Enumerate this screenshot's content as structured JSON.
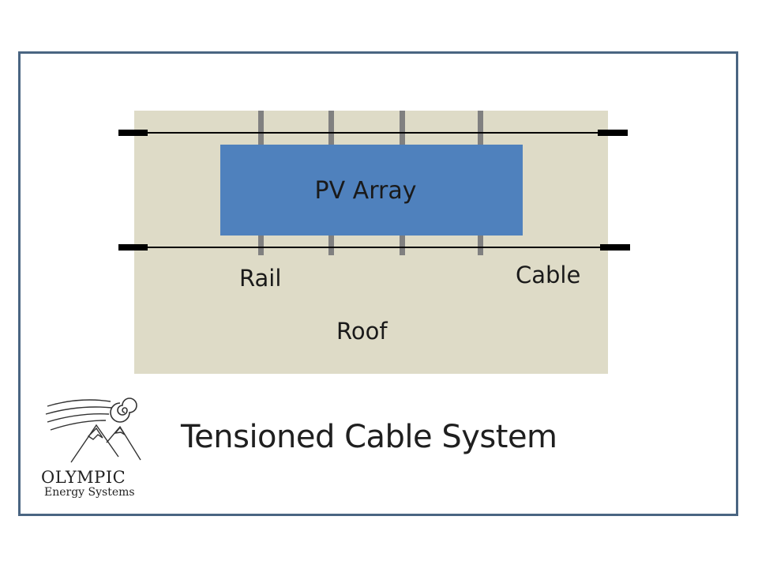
{
  "diagram": {
    "array_label": "PV Array",
    "rail_label": "Rail",
    "cable_label": "Cable",
    "roof_label": "Roof"
  },
  "title": "Tensioned Cable System",
  "logo": {
    "name": "OLYMPIC",
    "subtitle": "Energy Systems",
    "icon": "mountain-swirl-logo"
  },
  "colors": {
    "frame_border": "#4a6582",
    "roof": "#dedbc7",
    "pv_array": "#4f81bd",
    "rail": "#808080",
    "cable": "#000000"
  }
}
